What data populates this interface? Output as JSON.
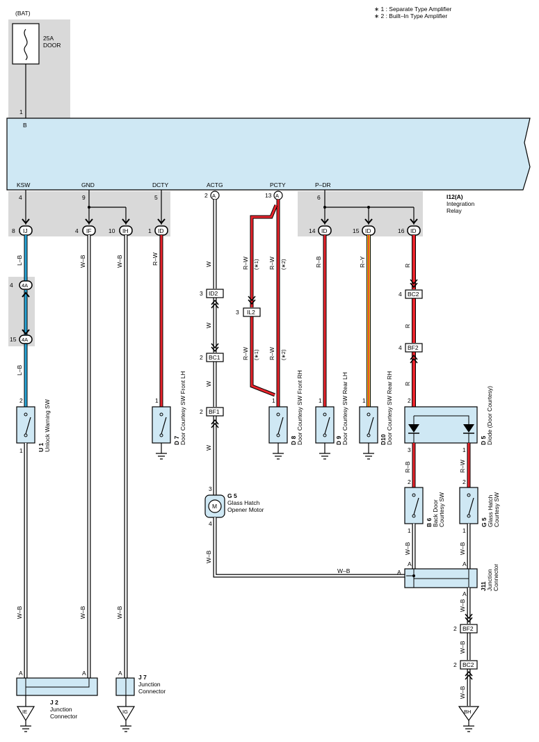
{
  "notes": [
    "∗ 1 : Separate Type Amplifier",
    "∗ 2 : Built–In Type Amplifier"
  ],
  "battery": {
    "label": "(BAT)",
    "fuse_amp": "25A",
    "fuse_name": "DOOR"
  },
  "relay": {
    "id": "I12(A)",
    "name1": "Integration",
    "name2": "Relay",
    "top_pin_name": "B",
    "top_pin_num": "1",
    "pins": [
      "KSW",
      "GND",
      "DCTY",
      "ACTG",
      "PCTY",
      "P–DR"
    ],
    "pin_nums": [
      "4",
      "9",
      "5",
      "2",
      "13",
      "6"
    ]
  },
  "connectors": {
    "IJ": "IJ",
    "IF": "IF",
    "IH": "IH",
    "ID": "ID",
    "A": "A",
    "4A": "4A",
    "ID2": "ID2",
    "IL2": "IL2",
    "BC1": "BC1",
    "BF1": "BF1",
    "BC2": "BC2",
    "BF2": "BF2"
  },
  "pin_nums": {
    "n8": "8",
    "n4": "4",
    "n10": "10",
    "n1": "1",
    "n14": "14",
    "n15": "15",
    "n16": "16",
    "n3": "3",
    "n2": "2"
  },
  "wires": {
    "LB": "L–B",
    "WB": "W–B",
    "RW": "R–W",
    "W": "W",
    "RB": "R–B",
    "RY": "R–Y",
    "R": "R",
    "star1": "(∗1)",
    "star2": "(∗2)"
  },
  "components": {
    "U1": {
      "id": "U 1",
      "name": "Unlock Warning SW"
    },
    "D7": {
      "id": "D 7",
      "name": "Door Courtesy SW Front LH"
    },
    "D8": {
      "id": "D 8",
      "name": "Door Courtesy SW Front RH"
    },
    "D9": {
      "id": "D 9",
      "name": "Door Courtesy SW Rear LH"
    },
    "D10": {
      "id": "D10",
      "name": "Door Courtesy SW Rear RH"
    },
    "D5": {
      "id": "D 5",
      "name": "Diode (Door Courtesy)"
    },
    "G5m": {
      "id": "G 5",
      "name1": "Glass Hatch",
      "name2": "Opener Motor",
      "motor": "M"
    },
    "B6": {
      "id": "B 6",
      "name1": "Back Door",
      "name2": "Courtesy SW"
    },
    "G5s": {
      "id": "G 5",
      "name1": "Glass Hatch",
      "name2": "Courtesy SW"
    },
    "J11": {
      "id": "J11",
      "name1": "Junction",
      "name2": "Connector"
    },
    "J2": {
      "id": "J 2",
      "name1": "Junction",
      "name2": "Connector"
    },
    "J7": {
      "id": "J 7",
      "name1": "Junction",
      "name2": "Connector"
    }
  },
  "grounds": [
    "IE",
    "IG",
    "BH"
  ],
  "colors": {
    "red": "#e8242c",
    "blue": "#2aa6d8",
    "yellow": "#f5d020",
    "gray": "#d9d9d9",
    "lightblue": "#cfe8f4"
  }
}
